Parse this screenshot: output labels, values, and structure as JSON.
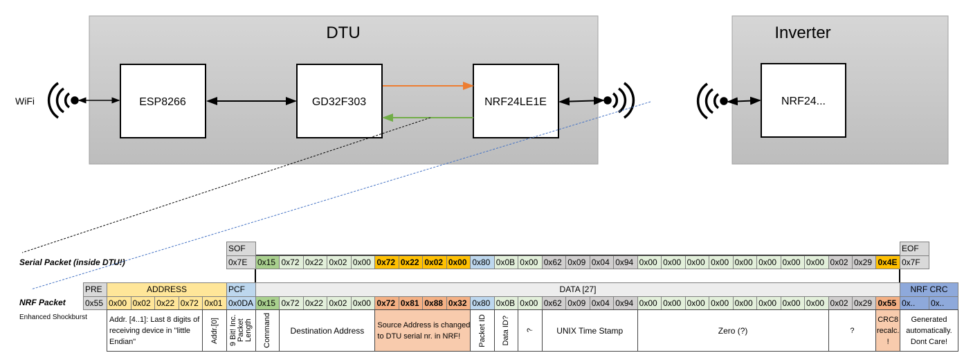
{
  "diagram": {
    "dtu_title": "DTU",
    "inverter_title": "Inverter",
    "wifi_label": "WiFi",
    "blocks": {
      "esp": "ESP8266",
      "gd": "GD32F303",
      "nrf_dtu": "NRF24LE1E",
      "nrf_inv": "NRF24..."
    },
    "colors": {
      "box_gray": "#c8c8c8",
      "tx_arrow": "#ed7d31",
      "rx_arrow": "#70ad47",
      "serial_link": "#000000",
      "nrf_link": "#4472c4"
    },
    "icons": [
      "wifi-antenna-icon"
    ]
  },
  "serial": {
    "label": "Serial Packet (inside DTU!)",
    "sof_header": "SOF",
    "sof_value": "0x7E",
    "eof_header": "EOF",
    "eof_value": "0x7F",
    "data": [
      "0x15",
      "0x72",
      "0x22",
      "0x02",
      "0x00",
      "0x72",
      "0x22",
      "0x02",
      "0x00",
      "0x80",
      "0x0B",
      "0x00",
      "0x62",
      "0x09",
      "0x04",
      "0x94",
      "0x00",
      "0x00",
      "0x00",
      "0x00",
      "0x00",
      "0x00",
      "0x00",
      "0x00",
      "0x02",
      "0x29",
      "0x4E"
    ]
  },
  "nrf": {
    "label": "NRF Packet",
    "sublabel": "Enhanced Shockburst",
    "pre_header": "PRE",
    "pre_value": "0x55",
    "address_header": "ADDRESS",
    "address_values": [
      "0x00",
      "0x02",
      "0x22",
      "0x72",
      "0x01"
    ],
    "pcf_header": "PCF",
    "pcf_value": "0x0DA",
    "data_header": "DATA [27]",
    "data": [
      "0x15",
      "0x72",
      "0x22",
      "0x02",
      "0x00",
      "0x72",
      "0x81",
      "0x88",
      "0x32",
      "0x80",
      "0x0B",
      "0x00",
      "0x62",
      "0x09",
      "0x04",
      "0x94",
      "0x00",
      "0x00",
      "0x00",
      "0x00",
      "0x00",
      "0x00",
      "0x00",
      "0x00",
      "0x02",
      "0x29",
      "0x55"
    ],
    "crc_header": "NRF CRC",
    "crc_values": [
      "0x..",
      "0x.."
    ],
    "descriptions": {
      "addr_hi": "Addr. [4..1]: Last 8 digits of receiving device in \"little Endian\"",
      "addr_lo": "Addr.[0]",
      "pcf": "9 Bit! Inc. Packet Length",
      "command": "Command",
      "dest": "Destination Address",
      "source": "Source Address is changed to DTU serial nr. in NRF!",
      "packet_id": "Packet ID",
      "data_id": "Data ID?",
      "q1": "?",
      "timestamp": "UNIX Time Stamp",
      "zero": "Zero (?)",
      "q2": "?",
      "crc8": "CRC8 recalc. !",
      "crc": "Generated automatically. Dont Care!"
    }
  },
  "palette": {
    "dark_green": "#a9d08e",
    "light_green": "#e2efda",
    "gold": "#ffc000",
    "yellow": "#ffe699",
    "blue": "#bdd7ee",
    "gray": "#d0cece",
    "light_gray": "#d9d9d9",
    "orange": "#f4b084",
    "light_orange": "#f8cbad",
    "crc_blue": "#8ea9db",
    "header_gray": "#ededed"
  }
}
